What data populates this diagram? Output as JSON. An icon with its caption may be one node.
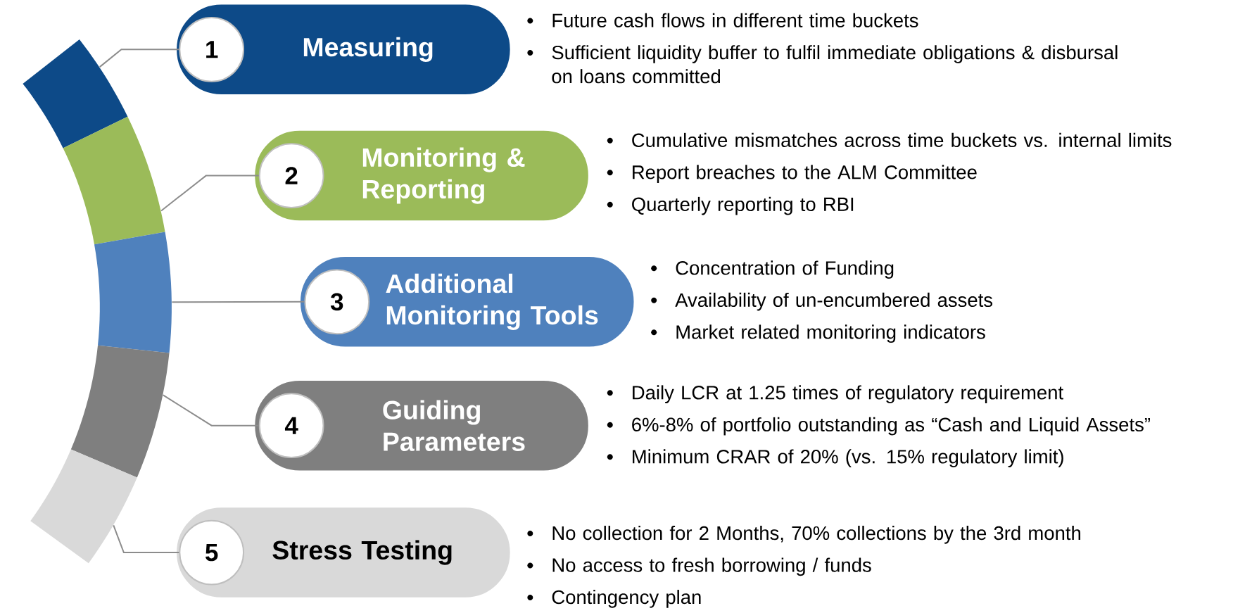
{
  "diagram": {
    "nodes": [
      {
        "text": [],
        "shape": "arc"
      },
      {
        "text": [],
        "shape": "arc"
      },
      {
        "text": [],
        "shape": "arc"
      },
      {
        "text": [],
        "shape": "arc"
      },
      {
        "text": [],
        "shape": "arc"
      },
      {
        "text": [
          "Measuring"
        ],
        "beside": [
          "Future cash flows in different time buckets",
          "Sufficient liquidity buffer to fulfil immediate obligations & disbursal on loans committed"
        ]
      },
      {
        "text": [
          "1"
        ],
        "in": 5
      },
      {
        "text": [
          "Monitoring & Reporting"
        ],
        "beside": [
          "Cumulative mismatches across time buckets vs. internal limits",
          "Report breaches to the ALM Committee",
          "Quarterly reporting to RBI"
        ]
      },
      {
        "text": [
          "2"
        ],
        "in": 7
      },
      {
        "text": [
          "Additional Monitoring Tools"
        ],
        "beside": [
          "Concentration of Funding",
          "Availability of un-encumbered assets",
          "Market related monitoring indicators"
        ]
      },
      {
        "text": [
          "3"
        ],
        "in": 9
      },
      {
        "text": [
          "Guiding Parameters"
        ],
        "beside": [
          "Daily LCR at 1.25 times of regulatory requirement",
          "6%-8% of portfolio outstanding as “Cash and Liquid Assets”",
          "Minimum CRAR of 20% (vs. 15% regulatory limit)"
        ]
      },
      {
        "text": [
          "4"
        ],
        "in": 11
      },
      {
        "text": [
          "Stress Testing"
        ],
        "beside": [
          "No collection for 2 Months, 70% collections by the 3rd month",
          "No access to fresh borrowing / funds",
          "Contingency plan"
        ]
      },
      {
        "text": [
          "5"
        ],
        "in": 13
      }
    ],
    "edges": [
      {
        "from": 0,
        "to": 6,
        "arrow": "none"
      },
      {
        "from": 1,
        "to": 8,
        "arrow": "none"
      },
      {
        "from": 2,
        "to": 10,
        "arrow": "none"
      },
      {
        "from": 3,
        "to": 12,
        "arrow": "none"
      },
      {
        "from": 4,
        "to": 14,
        "arrow": "none"
      }
    ]
  }
}
